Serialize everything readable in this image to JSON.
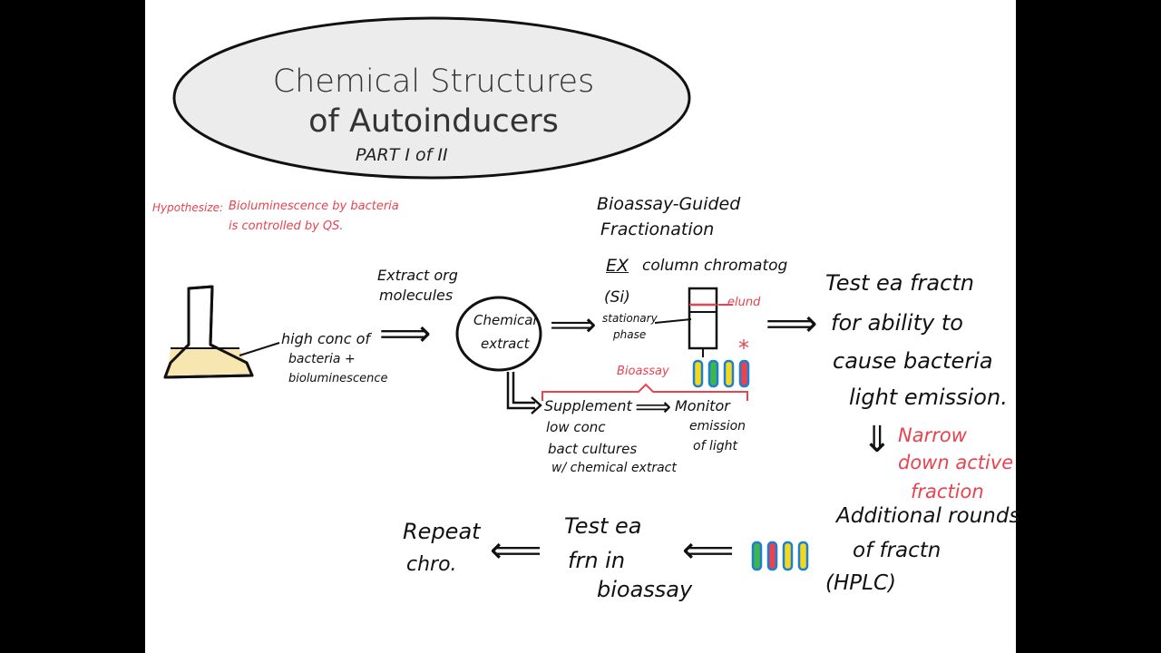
{
  "title": {
    "line1": "Chemical Structures",
    "line2": "of Autoinducers",
    "part": "PART I of II"
  },
  "hypothesis": {
    "label": "Hypothesize:",
    "line1": "Bioluminescence by bacteria",
    "line2": "is controlled by QS."
  },
  "flask": {
    "label_line1": "high conc of",
    "label_line2": "bacteria +",
    "label_line3": "bioluminescence"
  },
  "extract_step": {
    "label_line1": "Extract org",
    "label_line2": "molecules",
    "node_line1": "Chemical",
    "node_line2": "extract"
  },
  "fractionation": {
    "heading_line1": "Bioassay-Guided",
    "heading_line2": "Fractionation",
    "ex_label": "EX",
    "method": "column chromatog",
    "si_label": "(Si)",
    "stationary_line1": "stationary",
    "stationary_line2": "phase",
    "eluent_label": "elund",
    "bioassay_label": "Bioassay",
    "star": "*"
  },
  "bioassay_steps": {
    "supplement_line1": "Supplement",
    "supplement_line2": "low conc",
    "supplement_line3": "bact cultures",
    "supplement_line4": "w/ chemical extract",
    "monitor_line1": "Monitor",
    "monitor_line2": "emission",
    "monitor_line3": "of light"
  },
  "test_step": {
    "line1": "Test ea fractn",
    "line2": "for ability to",
    "line3": "cause bacteria",
    "line4": "light emission."
  },
  "narrow": {
    "line1": "Narrow",
    "line2": "down active",
    "line3": "fraction"
  },
  "additional": {
    "line1": "Additional rounds",
    "line2": "of fractn",
    "line3": "(HPLC)"
  },
  "test_bioassay": {
    "line1": "Test ea",
    "line2": "frn in",
    "line3": "bioassay"
  },
  "repeat": {
    "line1": "Repeat",
    "line2": "chro."
  },
  "colors": {
    "ink": "#111111",
    "accent_red": "#e8434f",
    "title_ellipse_fill": "#ececec",
    "broth": "#f7e6b0",
    "tube_blue": "#1a7fd6",
    "tube_yellow": "#f3d81e",
    "tube_red": "#e8434f",
    "tube_green": "#3fb54a"
  }
}
